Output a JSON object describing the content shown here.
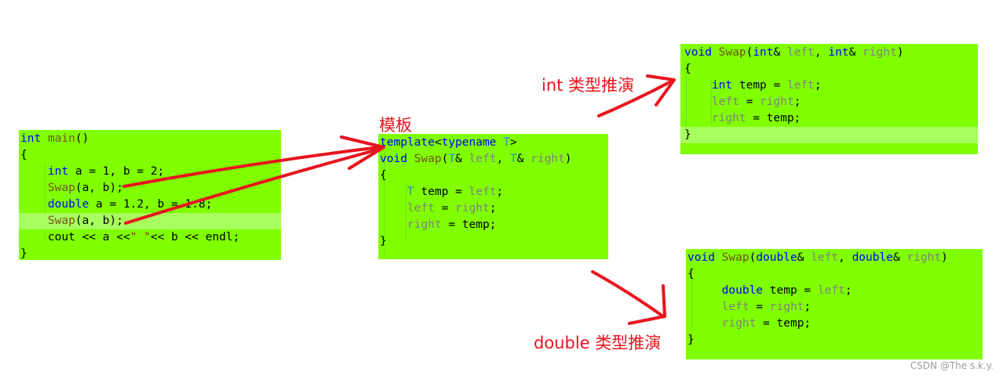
{
  "labels": {
    "template": "模板",
    "int_deduction": "int 类型推演",
    "double_deduction": "double 类型推演"
  },
  "watermark": "CSDN @The s.k.y.",
  "colors": {
    "code_background": "#80ff00",
    "highlight_line": "#a6ff5c",
    "arrow": "#e8141e",
    "keyword": "#0000ff",
    "function": "#74531f",
    "parameter": "#808080",
    "type_param": "#2b91af",
    "string": "#a31515"
  },
  "main_code": {
    "l1": {
      "kw": "int",
      "name": "main",
      "rest": "()"
    },
    "l2": {
      "brace": "{"
    },
    "l3": {
      "kw": "int",
      "rest": " a = 1, b = 2;"
    },
    "l4": {
      "fn": "Swap",
      "rest": "(a, b);"
    },
    "l5": {
      "kw": "double",
      "rest": " a = 1.2, b = 1.8;"
    },
    "l6": {
      "fn": "Swap",
      "rest": "(a, b);"
    },
    "l7": {
      "a": "cout << a <<",
      "str": "\" \"",
      "b": "<< b << endl;"
    },
    "l8": {
      "brace": "}"
    }
  },
  "template_code": {
    "l1": {
      "kw1": "template",
      "lt": "<",
      "kw2": "typename",
      "sp": " ",
      "tp": "T",
      "gt": ">"
    },
    "l2": {
      "kw": "void",
      "fn": "Swap",
      "o": "(",
      "t1": "T",
      "a1": "& ",
      "p1": "left",
      "c": ", ",
      "t2": "T",
      "a2": "& ",
      "p2": "right",
      "cl": ")"
    },
    "l3": {
      "brace": "{"
    },
    "l4": {
      "tp": "T",
      "mid": " temp = ",
      "pm": "left",
      "end": ";"
    },
    "l5": {
      "pm1": "left",
      "eq": " = ",
      "pm2": "right",
      "end": ";"
    },
    "l6": {
      "pm": "right",
      "rest": " = temp;"
    },
    "l7": {
      "brace": "}"
    }
  },
  "int_code": {
    "l1": {
      "kw": "void",
      "fn": "Swap",
      "o": "(",
      "kw1": "int",
      "a1": "& ",
      "p1": "left",
      "c": ", ",
      "kw2": "int",
      "a2": "& ",
      "p2": "right",
      "cl": ")"
    },
    "l2": {
      "brace": "{"
    },
    "l3": {
      "kw": "int",
      "mid": " temp = ",
      "pm": "left",
      "end": ";"
    },
    "l4": {
      "pm1": "left",
      "eq": " = ",
      "pm2": "right",
      "end": ";"
    },
    "l5": {
      "pm": "right",
      "rest": " = temp;"
    },
    "l6": {
      "brace": "}"
    }
  },
  "double_code": {
    "l1": {
      "kw": "void",
      "fn": "Swap",
      "o": "(",
      "kw1": "double",
      "a1": "& ",
      "p1": "left",
      "c": ", ",
      "kw2": "double",
      "a2": "& ",
      "p2": "right",
      "cl": ")"
    },
    "l2": {
      "brace": "{"
    },
    "l3": {
      "kw": "double",
      "mid": " temp = ",
      "pm": "left",
      "end": ";"
    },
    "l4": {
      "pm1": "left",
      "eq": " = ",
      "pm2": "right",
      "end": ";"
    },
    "l5": {
      "pm": "right",
      "rest": " = temp;"
    },
    "l6": {
      "brace": "}"
    }
  }
}
